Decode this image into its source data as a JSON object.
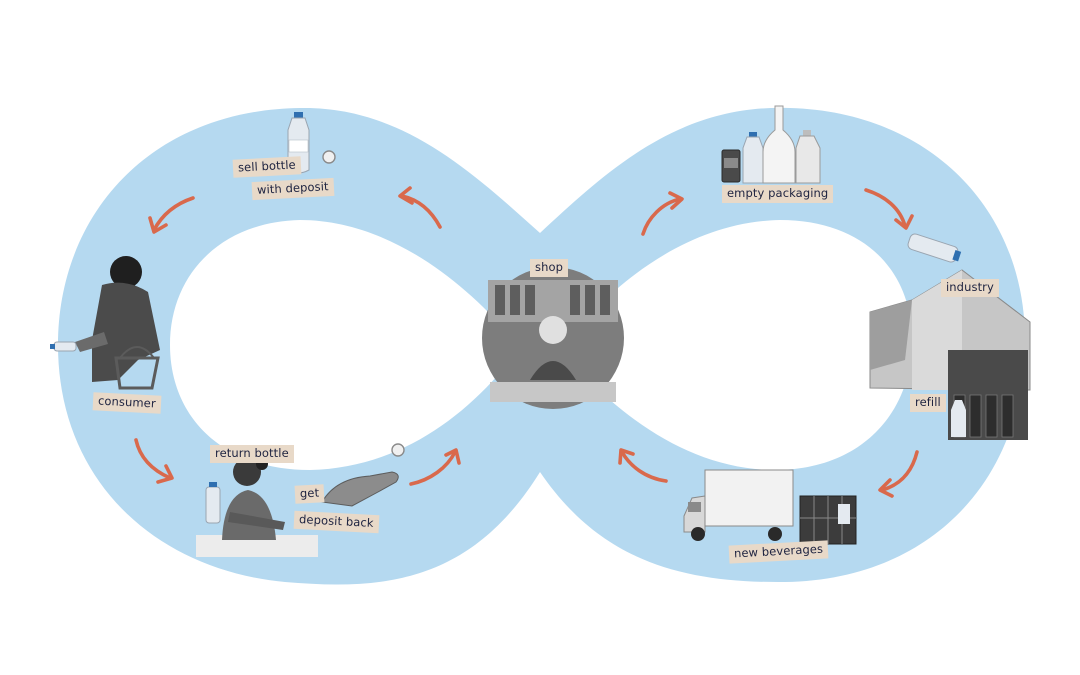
{
  "labels": {
    "sell_bottle": "sell bottle",
    "with_deposit": "with deposit",
    "consumer": "consumer",
    "return_bottle": "return bottle",
    "get": "get",
    "deposit_back": "deposit back",
    "shop": "shop",
    "empty_packaging": "empty packaging",
    "industry": "industry",
    "refill": "refill",
    "new_beverages": "new beverages"
  },
  "colors": {
    "loop": "#b5d9f0",
    "arrow": "#d9694c",
    "tag": "#e8d9c8",
    "text": "#1e2340"
  },
  "icons": [
    "water-bottle-icon",
    "coin-icon",
    "can-icon",
    "glass-bottle-icon",
    "truck-icon",
    "crate-icon",
    "factory-icon",
    "hand-icon"
  ]
}
